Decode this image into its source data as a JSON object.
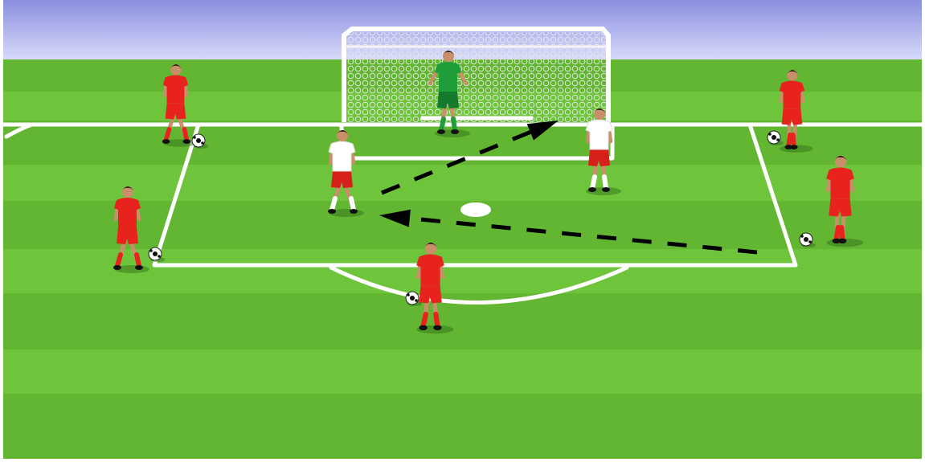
{
  "scene": {
    "colors": {
      "sky_top": "#8a8fe0",
      "sky_bottom": "#d9dcfa",
      "grass_light": "#6ec43a",
      "grass_dark": "#4e9e24",
      "line": "#ffffff",
      "attacker_kit": "#e8231d",
      "defender_kit": "#ffffff",
      "defender_shorts": "#d8201a",
      "keeper_kit": "#1f9e3a"
    },
    "pitch_markings": [
      "goal-line",
      "penalty-box",
      "six-yard-box",
      "penalty-spot",
      "penalty-arc",
      "corner-arc"
    ],
    "goal": {
      "name": "goal-net"
    },
    "players": [
      {
        "name": "goalkeeper",
        "team": "keeper",
        "facing": "front",
        "has_ball": false
      },
      {
        "name": "defender-left",
        "team": "defender",
        "facing": "right",
        "has_ball": false
      },
      {
        "name": "defender-right",
        "team": "defender",
        "facing": "front",
        "has_ball": false
      },
      {
        "name": "server-top-left",
        "team": "attacker",
        "facing": "right",
        "has_ball": true
      },
      {
        "name": "server-left",
        "team": "attacker",
        "facing": "right",
        "has_ball": true
      },
      {
        "name": "server-bottom",
        "team": "attacker",
        "facing": "back",
        "has_ball": true
      },
      {
        "name": "server-top-right",
        "team": "attacker",
        "facing": "left",
        "has_ball": true
      },
      {
        "name": "server-right",
        "team": "attacker",
        "facing": "left",
        "has_ball": true
      }
    ],
    "movement_arrows": [
      {
        "name": "pass-arrow-right-to-center",
        "style": "dashed"
      },
      {
        "name": "run-arrow-center-to-goal",
        "style": "dashed"
      }
    ]
  }
}
